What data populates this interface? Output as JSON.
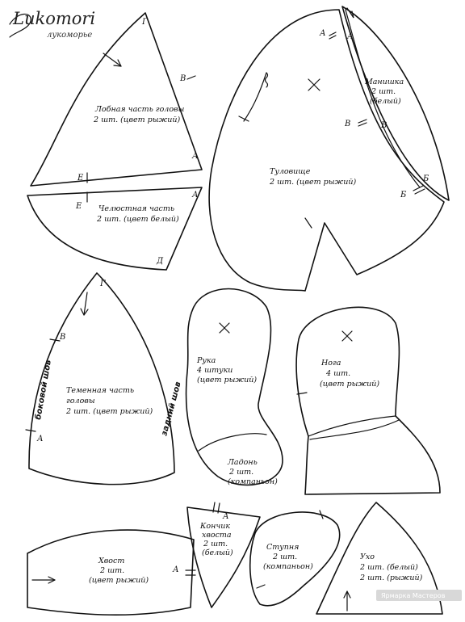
{
  "logo": {
    "brand": "Lukomori",
    "subtitle": "лукоморье"
  },
  "watermark": "Ярмарка Мастеров",
  "pieces": {
    "forehead": {
      "lines": [
        "Лобная часть головы",
        "2 шт. (цвет рыжий)"
      ],
      "marks": [
        "Г",
        "В",
        "А",
        "Е"
      ]
    },
    "jaw": {
      "lines": [
        "Челюстная часть",
        "2 шт. (цвет белый)"
      ],
      "marks": [
        "Е",
        "А",
        "Д"
      ]
    },
    "body": {
      "lines": [
        "Туловище",
        "2 шт. (цвет рыжий)"
      ],
      "marks": [
        "А",
        "В",
        "Б"
      ]
    },
    "bib": {
      "lines": [
        "Манишка",
        "2 шт.",
        "(белый)"
      ],
      "marks": [
        "А",
        "В",
        "Б"
      ]
    },
    "crown": {
      "lines": [
        "Теменная часть",
        "головы",
        "2 шт. (цвет рыжий)"
      ],
      "marks": [
        "Г",
        "В",
        "А"
      ],
      "side_seam": "боковой шов",
      "back_seam": "задний шов"
    },
    "arm": {
      "lines": [
        "Рука",
        "4 штуки",
        "(цвет рыжий)"
      ]
    },
    "palm": {
      "lines": [
        "Ладонь",
        "2 шт.",
        "(компаньон)"
      ]
    },
    "leg": {
      "lines": [
        "Нога",
        "4 шт.",
        "(цвет рыжий)"
      ]
    },
    "tail": {
      "lines": [
        "Хвост",
        "2 шт.",
        "(цвет рыжий)"
      ],
      "marks": [
        "А"
      ]
    },
    "tail_tip": {
      "lines": [
        "Кончик",
        "хвоста",
        "2 шт.",
        "(белый)"
      ],
      "marks": [
        "А"
      ]
    },
    "foot": {
      "lines": [
        "Ступня",
        "2 шт.",
        "(компаньон)"
      ]
    },
    "ear": {
      "lines": [
        "Ухо",
        "2 шт. (белый)",
        "2 шт. (рыжий)"
      ]
    }
  }
}
